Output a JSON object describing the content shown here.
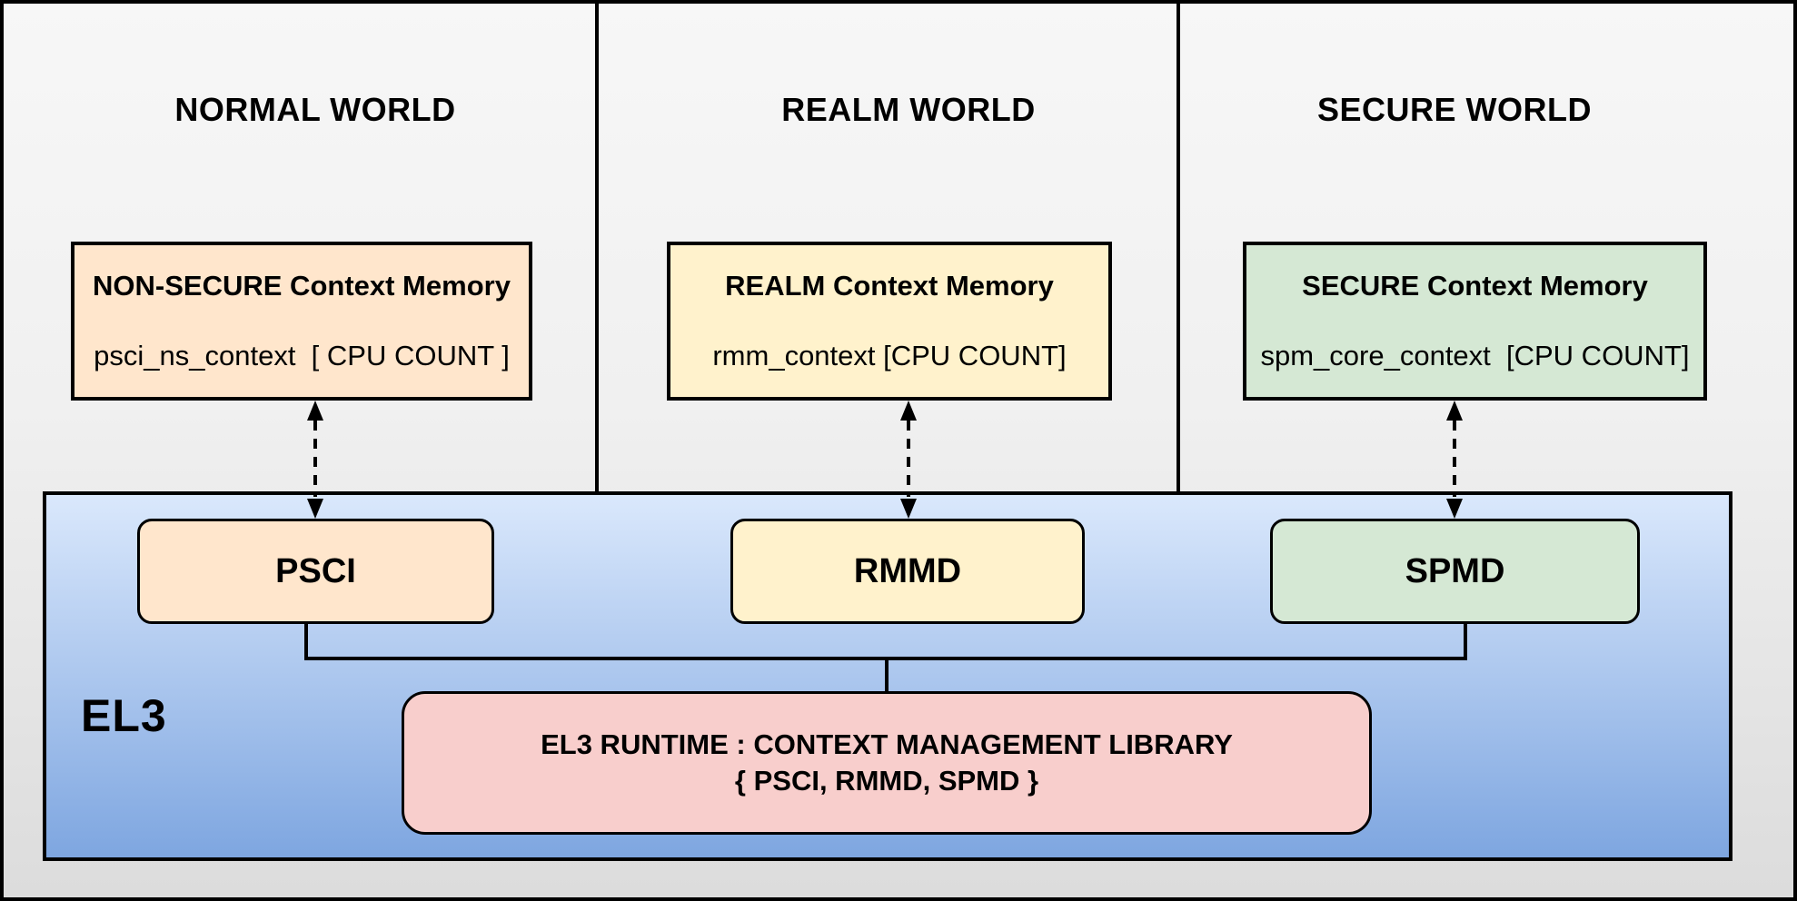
{
  "worlds": [
    {
      "title": "NORMAL WORLD",
      "memory": {
        "title": "NON-SECURE Context Memory",
        "instance": "psci_ns_context  [ CPU COUNT ]"
      },
      "module": "PSCI",
      "color": "#FFE6CC"
    },
    {
      "title": "REALM WORLD",
      "memory": {
        "title": "REALM Context Memory",
        "instance": "rmm_context [CPU COUNT]"
      },
      "module": "RMMD",
      "color": "#FFF2CC"
    },
    {
      "title": "SECURE WORLD",
      "memory": {
        "title": "SECURE Context Memory",
        "instance": "spm_core_context  [CPU COUNT]"
      },
      "module": "SPMD",
      "color": "#D5E8D4"
    }
  ],
  "el3": {
    "label": "EL3",
    "runtime": {
      "line1": "EL3 RUNTIME : CONTEXT MANAGEMENT LIBRARY",
      "line2": "{ PSCI, RMMD, SPMD }"
    },
    "runtime_color": "#F8CECC",
    "gradient_top": "#DAE8FC",
    "gradient_bottom": "#7EA6E0"
  },
  "connections": [
    {
      "from": "NON-SECURE Context Memory",
      "to": "PSCI",
      "style": "dashed-bidirectional-arrow"
    },
    {
      "from": "REALM Context Memory",
      "to": "RMMD",
      "style": "dashed-bidirectional-arrow"
    },
    {
      "from": "SECURE Context Memory",
      "to": "SPMD",
      "style": "dashed-bidirectional-arrow"
    },
    {
      "from": "PSCI",
      "to": "EL3 RUNTIME : CONTEXT MANAGEMENT LIBRARY",
      "style": "solid-line"
    },
    {
      "from": "SPMD",
      "to": "EL3 RUNTIME : CONTEXT MANAGEMENT LIBRARY",
      "style": "solid-line"
    }
  ]
}
